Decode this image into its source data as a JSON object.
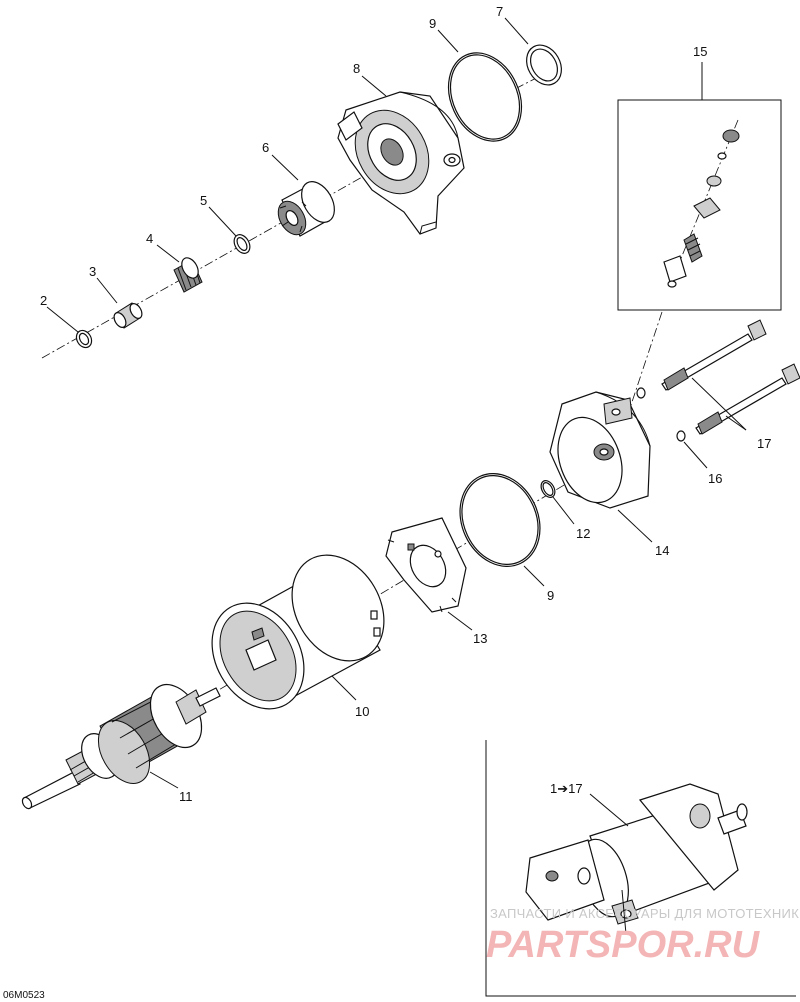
{
  "diagram": {
    "figure_code": "06M0523",
    "callouts": {
      "c2": "2",
      "c3": "3",
      "c4": "4",
      "c5": "5",
      "c6": "6",
      "c7": "7",
      "c8": "8",
      "c9a": "9",
      "c9b": "9",
      "c10": "10",
      "c11": "11",
      "c12": "12",
      "c13": "13",
      "c14": "14",
      "c15": "15",
      "c16": "16",
      "c17": "17",
      "c1to17": "1➔17"
    },
    "watermark": {
      "line1": "ЗАПЧАСТИ И АКСЕССУАРЫ ДЛЯ МОТОТЕХНИКИ",
      "line2": "PARTSPOR.RU"
    }
  }
}
